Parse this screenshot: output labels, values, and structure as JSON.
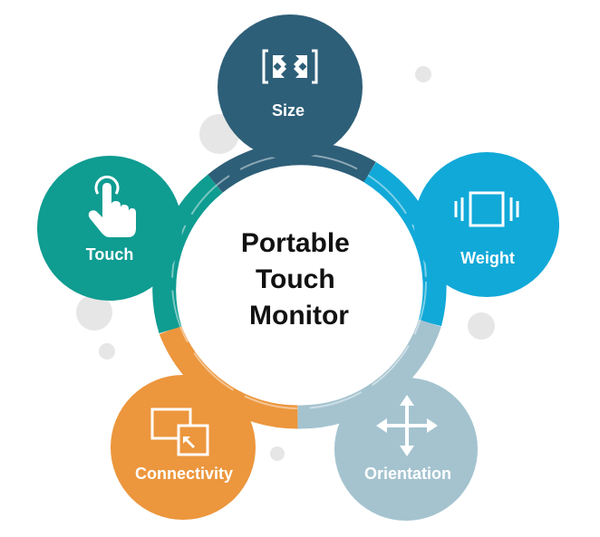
{
  "center": {
    "lines": [
      "Portable",
      "Touch",
      "Monitor"
    ],
    "color": "#111111"
  },
  "colors": {
    "size": "#2e5f78",
    "weight": "#11a9d8",
    "orientation": "#a4c3cf",
    "connectivity": "#ec963d",
    "touch": "#0f9c91",
    "bubble": "#e6e6e6",
    "text": "#ffffff"
  },
  "nodes": [
    {
      "id": "size",
      "label": "Size",
      "icon": "expand-icon"
    },
    {
      "id": "weight",
      "label": "Weight",
      "icon": "weight-frame-icon"
    },
    {
      "id": "orientation",
      "label": "Orientation",
      "icon": "move-arrows-icon"
    },
    {
      "id": "connectivity",
      "label": "Connectivity",
      "icon": "screen-share-icon"
    },
    {
      "id": "touch",
      "label": "Touch",
      "icon": "hand-pointer-icon"
    }
  ]
}
